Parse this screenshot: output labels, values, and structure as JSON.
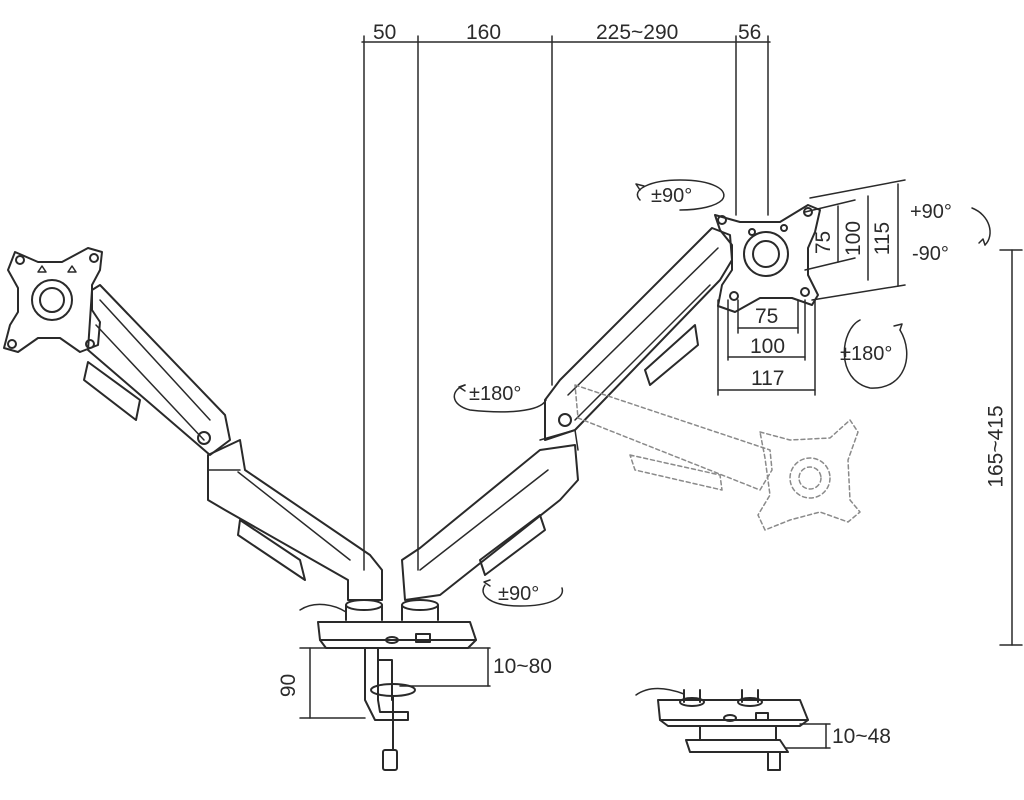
{
  "dimensions": {
    "top": [
      "50",
      "160",
      "225~290",
      "56"
    ],
    "vesa_vertical": [
      "75",
      "100",
      "115"
    ],
    "vesa_horizontal": [
      "75",
      "100",
      "117"
    ],
    "height_range": "165~415",
    "clamp_height": "90",
    "desk_clamp": "10~80",
    "grommet_clamp": "10~48"
  },
  "rotations": {
    "monitor_swivel": "±90°",
    "tilt_up": "+90°",
    "tilt_down": "-90°",
    "monitor_rotate": "±180°",
    "arm_swivel": "±180°",
    "base_swivel": "±90°"
  },
  "plate_marks": [
    "UP"
  ]
}
